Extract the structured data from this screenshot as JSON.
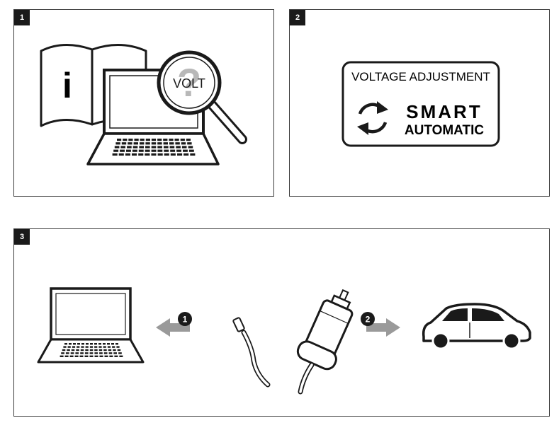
{
  "panels": [
    {
      "number": "1",
      "magnifier_text": "VOLT",
      "magnifier_symbol": "?",
      "manual_symbol": "i"
    },
    {
      "number": "2",
      "box_title": "VOLTAGE ADJUSTMENT",
      "smart_label": "SMART",
      "automatic_label": "AUTOMATIC"
    },
    {
      "number": "3",
      "step_one": "1",
      "step_two": "2"
    }
  ],
  "colors": {
    "ink": "#1a1a1a",
    "arrow_gray": "#9a9a9a",
    "question_gray": "#b8b8b8",
    "white": "#ffffff"
  },
  "icons": [
    "manual-icon",
    "laptop-icon",
    "magnifier-icon",
    "refresh-cycle-icon",
    "usb-cable-icon",
    "car-charger-icon",
    "car-icon",
    "arrow-left-icon",
    "arrow-right-icon"
  ]
}
